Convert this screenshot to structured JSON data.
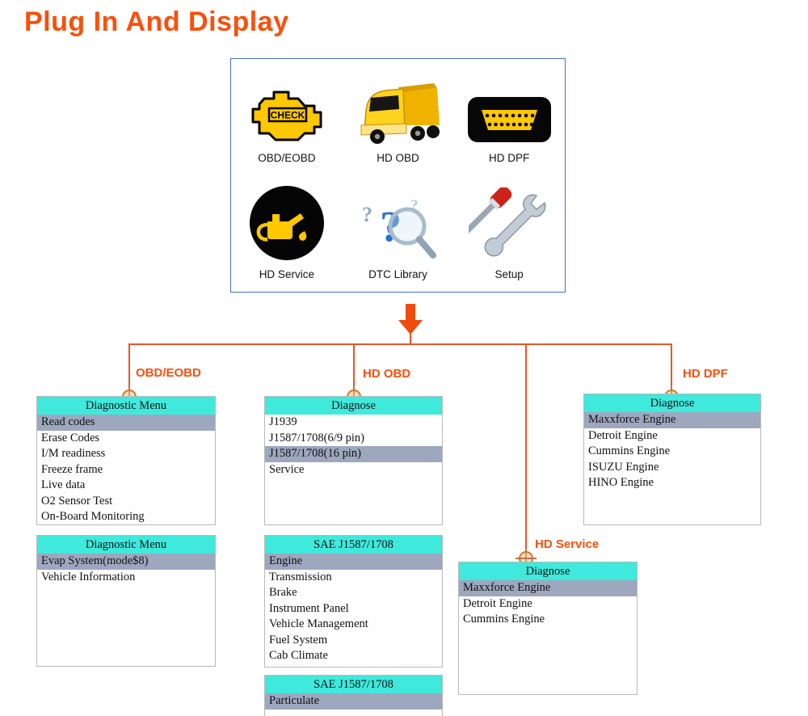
{
  "page": {
    "title": "Plug In And Display"
  },
  "main_menu": {
    "check_label": "CHECK",
    "items": [
      {
        "label": "OBD/EOBD"
      },
      {
        "label": "HD OBD"
      },
      {
        "label": "HD DPF"
      },
      {
        "label": "HD Service"
      },
      {
        "label": "DTC Library"
      },
      {
        "label": "Setup"
      }
    ]
  },
  "branches": {
    "obd_eobd": {
      "label": "OBD/EOBD"
    },
    "hd_obd": {
      "label": "HD OBD"
    },
    "hd_dpf": {
      "label": "HD DPF"
    },
    "hd_service": {
      "label": "HD Service"
    }
  },
  "screens": {
    "diagnostic_menu_1": {
      "title": "Diagnostic Menu",
      "items": [
        "Read codes",
        "Erase Codes",
        "I/M readiness",
        "Freeze frame",
        "Live data",
        "O2 Sensor Test",
        "On-Board Monitoring"
      ],
      "selected_index": 0
    },
    "diagnostic_menu_2": {
      "title": "Diagnostic Menu",
      "items": [
        "Evap System(mode$8)",
        "Vehicle Information"
      ],
      "selected_index": 0
    },
    "hd_obd_diagnose": {
      "title": "Diagnose",
      "items": [
        "J1939",
        "J1587/1708(6/9 pin)",
        "J1587/1708(16 pin)",
        "Service"
      ],
      "selected_index": 2
    },
    "sae_j1587_1708_menu": {
      "title": "SAE J1587/1708",
      "items": [
        "Engine",
        "Transmission",
        "Brake",
        "Instrument Panel",
        "Vehicle Management",
        "Fuel System",
        "Cab Climate"
      ],
      "selected_index": 0
    },
    "sae_j1587_1708_menu_2": {
      "title": "SAE J1587/1708",
      "items": [
        "Particulate"
      ],
      "selected_index": 0
    },
    "hd_dpf_diagnose": {
      "title": "Diagnose",
      "items": [
        "Maxxforce Engine",
        "Detroit Engine",
        "Cummins Engine",
        "ISUZU Engine",
        "HINO Engine"
      ],
      "selected_index": 0
    },
    "hd_service_diagnose": {
      "title": "Diagnose",
      "items": [
        "Maxxforce Engine",
        "Detroit Engine",
        "Cummins Engine"
      ],
      "selected_index": 0
    }
  },
  "colors": {
    "accent_orange": "#F8500C",
    "connector_orange": "#E8562B",
    "screen_header_cyan": "#3FE9DC",
    "selected_row_gray": "#9DA7BE",
    "panel_border_blue": "#4472C4",
    "icon_yellow": "#FFC800"
  }
}
